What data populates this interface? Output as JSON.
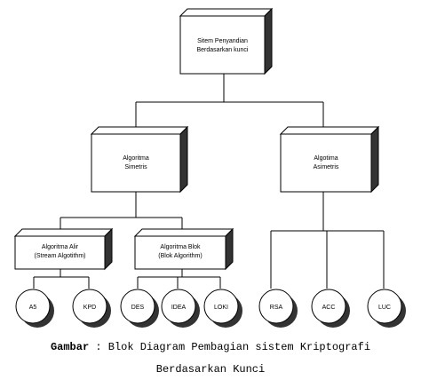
{
  "nodes": {
    "root": [
      "Sitem Penyandian",
      "Berdasarkan kunci"
    ],
    "simetris": [
      "Algoritma",
      "Simetris"
    ],
    "asimetris": [
      "Algotima",
      "Asimetris"
    ],
    "alir": [
      "Algoritma Alir",
      "(Stream Algotithm)"
    ],
    "blok": [
      "Algoritma Blok",
      "(Blok Algorithm)"
    ]
  },
  "leaves": {
    "a5": "A5",
    "kpd": "KPD",
    "des": "DES",
    "idea": "IDEA",
    "loki": "LOKI",
    "rsa": "RSA",
    "acc": "ACC",
    "luc": "LUC"
  },
  "caption": {
    "label": "Gambar",
    "separator": ":",
    "line1": "Blok Diagram Pembagian sistem Kriptografi",
    "line2": "Berdasarkan Kunci"
  }
}
